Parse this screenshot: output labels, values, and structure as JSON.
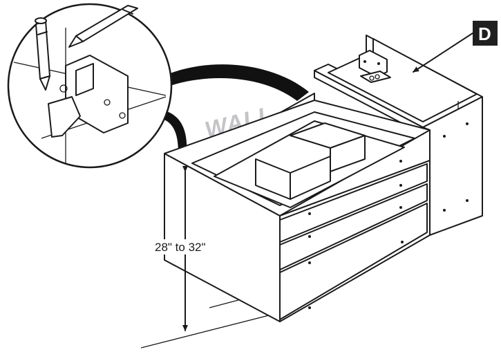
{
  "callout": {
    "letter": "D",
    "badge_color": "#1f1f1f"
  },
  "wall_label": "WALL",
  "wall_label_color": "#c4c4c8",
  "dimension_label": "28\" to 32\"",
  "icons": [
    "pencil-icon",
    "pencil-icon",
    "mounting-bracket-icon",
    "leader-arrow-icon"
  ]
}
